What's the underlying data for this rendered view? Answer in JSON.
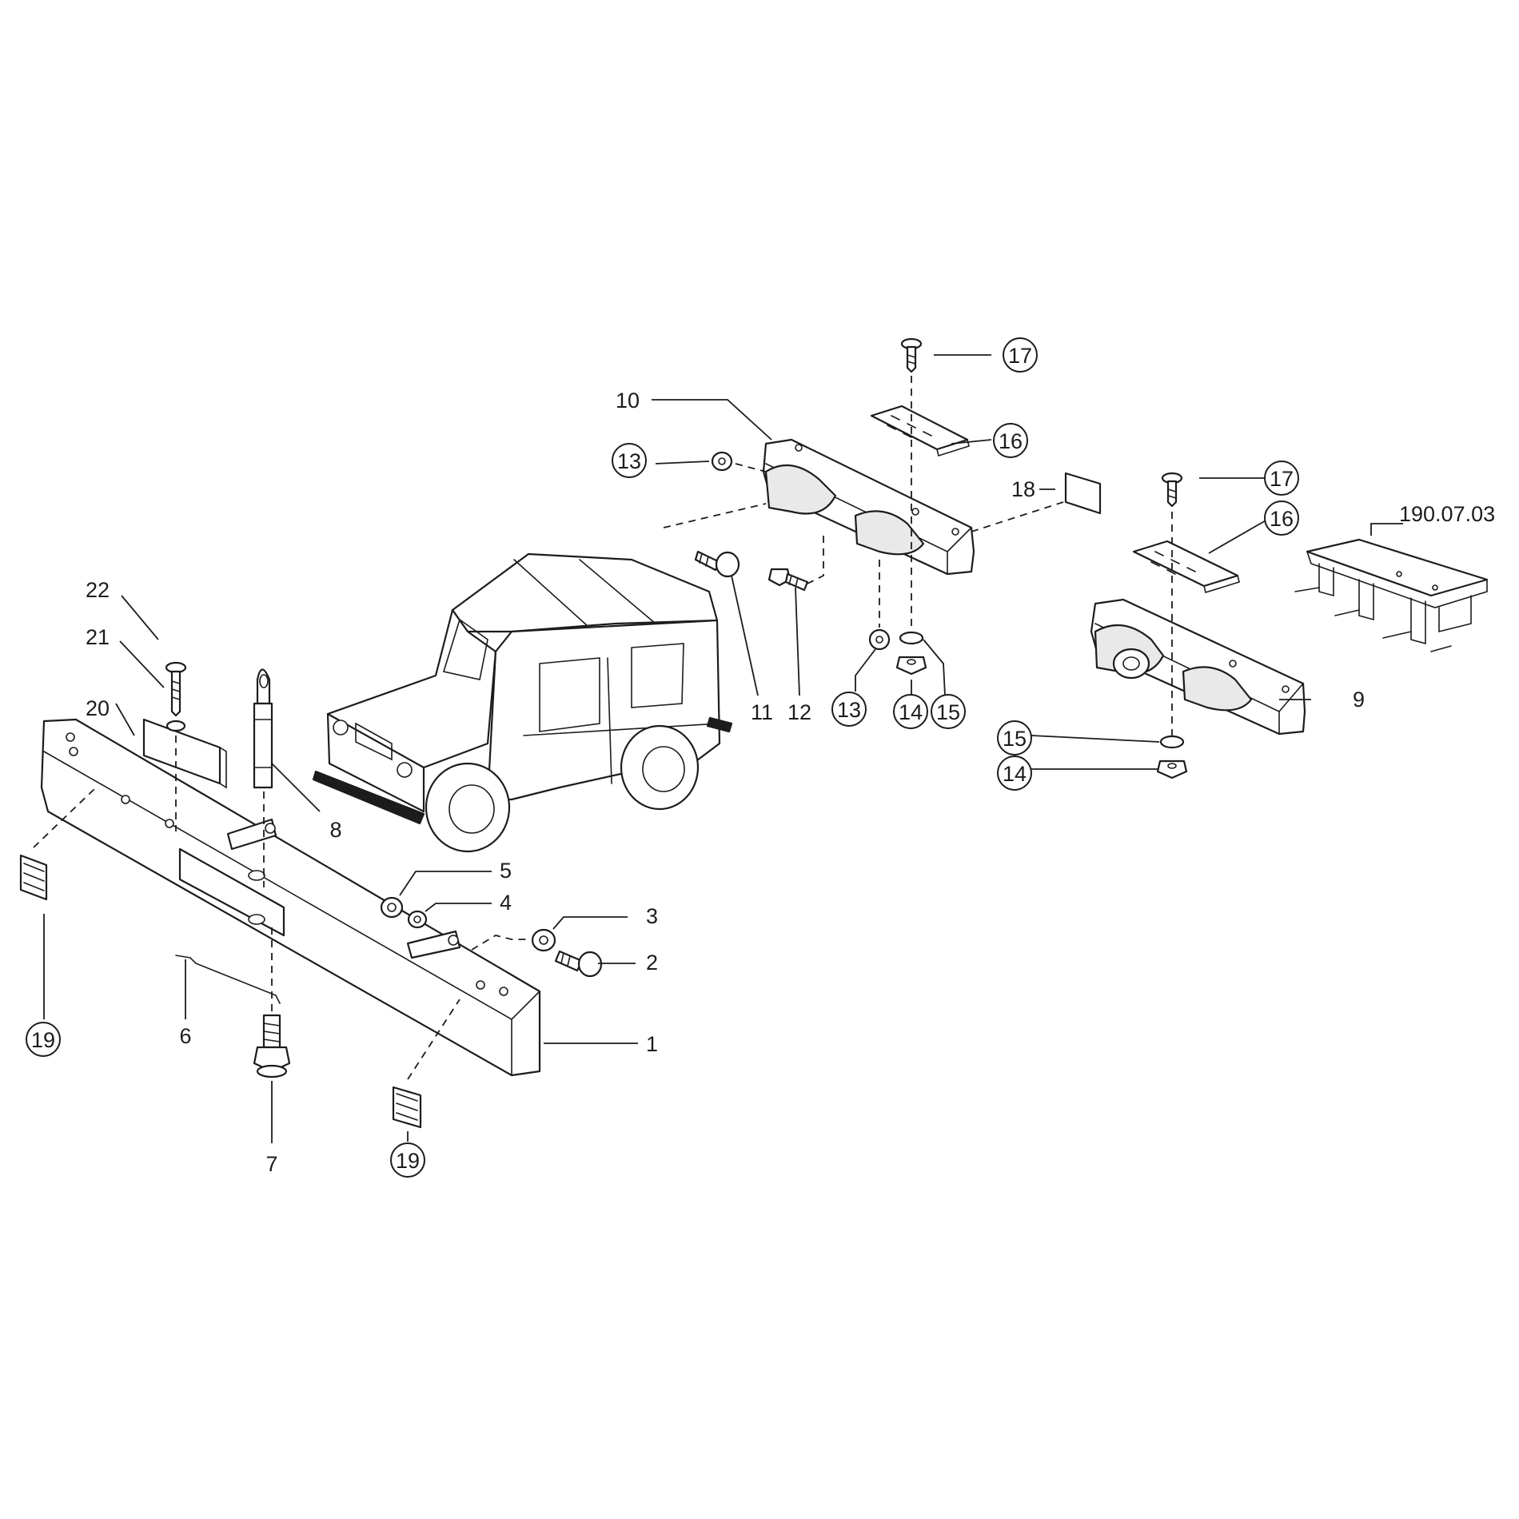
{
  "diagram": {
    "reference_code": "190.07.03",
    "callouts": [
      {
        "id": "c1",
        "label": "1",
        "circled": false
      },
      {
        "id": "c2",
        "label": "2",
        "circled": false
      },
      {
        "id": "c3",
        "label": "3",
        "circled": false
      },
      {
        "id": "c4",
        "label": "4",
        "circled": false
      },
      {
        "id": "c5",
        "label": "5",
        "circled": false
      },
      {
        "id": "c6",
        "label": "6",
        "circled": false
      },
      {
        "id": "c7",
        "label": "7",
        "circled": false
      },
      {
        "id": "c8",
        "label": "8",
        "circled": false
      },
      {
        "id": "c9",
        "label": "9",
        "circled": false
      },
      {
        "id": "c10",
        "label": "10",
        "circled": false
      },
      {
        "id": "c11",
        "label": "11",
        "circled": false
      },
      {
        "id": "c12",
        "label": "12",
        "circled": false
      },
      {
        "id": "c13a",
        "label": "13",
        "circled": true
      },
      {
        "id": "c13b",
        "label": "13",
        "circled": true
      },
      {
        "id": "c14a",
        "label": "14",
        "circled": true
      },
      {
        "id": "c14b",
        "label": "14",
        "circled": true
      },
      {
        "id": "c15a",
        "label": "15",
        "circled": true
      },
      {
        "id": "c15b",
        "label": "15",
        "circled": true
      },
      {
        "id": "c16a",
        "label": "16",
        "circled": true
      },
      {
        "id": "c16b",
        "label": "16",
        "circled": true
      },
      {
        "id": "c17a",
        "label": "17",
        "circled": true
      },
      {
        "id": "c17b",
        "label": "17",
        "circled": true
      },
      {
        "id": "c18",
        "label": "18",
        "circled": false
      },
      {
        "id": "c19a",
        "label": "19",
        "circled": true
      },
      {
        "id": "c19b",
        "label": "19",
        "circled": true
      },
      {
        "id": "c20",
        "label": "20",
        "circled": false
      },
      {
        "id": "c21",
        "label": "21",
        "circled": false
      },
      {
        "id": "c22",
        "label": "22",
        "circled": false
      }
    ]
  }
}
